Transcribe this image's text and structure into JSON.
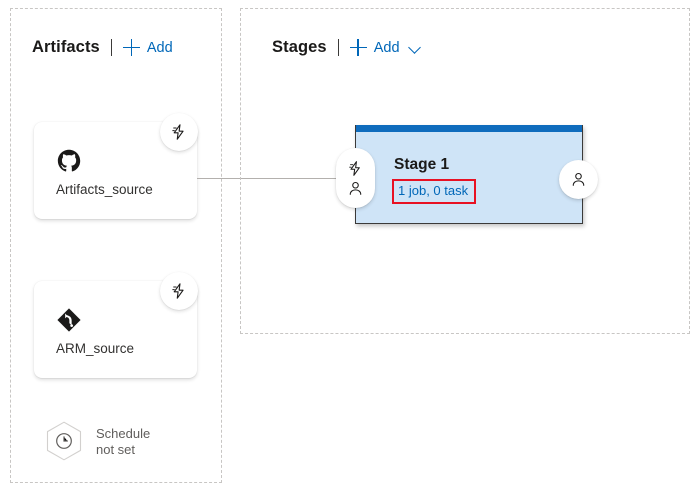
{
  "artifacts_panel": {
    "title": "Artifacts",
    "add_label": "Add",
    "add_icon": "plus-icon",
    "cards": [
      {
        "name": "Artifacts_source",
        "icon": "github-icon",
        "badge_icon": "lightning-bolt-icon"
      },
      {
        "name": "ARM_source",
        "icon": "azure-repos-icon",
        "badge_icon": "lightning-bolt-icon"
      }
    ],
    "schedule": {
      "icon": "clock-hexagon-icon",
      "text": "Schedule\nnot set"
    }
  },
  "stages_panel": {
    "title": "Stages",
    "add_label": "Add",
    "add_icon": "plus-icon",
    "chevron_icon": "chevron-down-icon",
    "stages": [
      {
        "title": "Stage 1",
        "subtitle": "1 job, 0 task",
        "subtitle_highlight_color": "#e81123",
        "subtitle_color": "#0067b8",
        "accent_color": "#0f6cbd",
        "body_color": "#cfe4f7",
        "pre_deployment_icons": [
          "lightning-bolt-icon",
          "person-icon"
        ],
        "post_deployment_icons": [
          "person-icon"
        ]
      }
    ]
  },
  "colors": {
    "link": "#0067b8",
    "accent": "#0f6cbd",
    "stage_body": "#cfe4f7",
    "highlight": "#e81123",
    "panel_border": "#c8c6c4",
    "connector": "#b3b0ad"
  }
}
